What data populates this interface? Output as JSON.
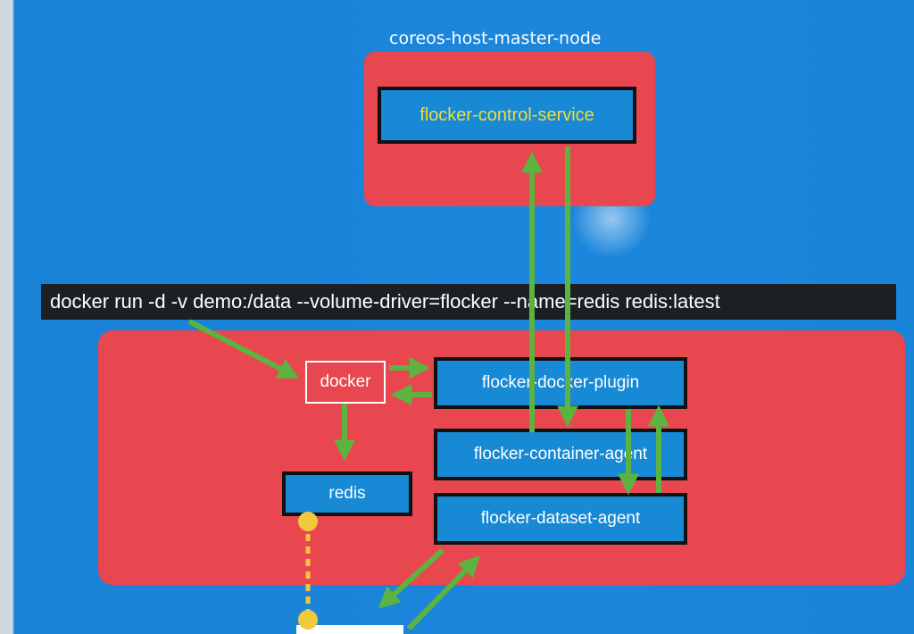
{
  "master": {
    "title": "coreos-host-master-node",
    "control_service": "flocker-control-service"
  },
  "command": "docker run -d -v demo:/data --volume-driver=flocker --name=redis redis:latest",
  "host": {
    "docker": "docker",
    "docker_plugin": "flocker-docker-plugin",
    "container_agent": "flocker-container-agent",
    "dataset_agent": "flocker-dataset-agent",
    "redis": "redis"
  },
  "colors": {
    "background": "#1b84d8",
    "node_fill": "#e8474f",
    "box_fill": "#1789d5",
    "arrow": "#5db33f",
    "link": "#f1c93c",
    "control_text": "#f1dc3c"
  }
}
